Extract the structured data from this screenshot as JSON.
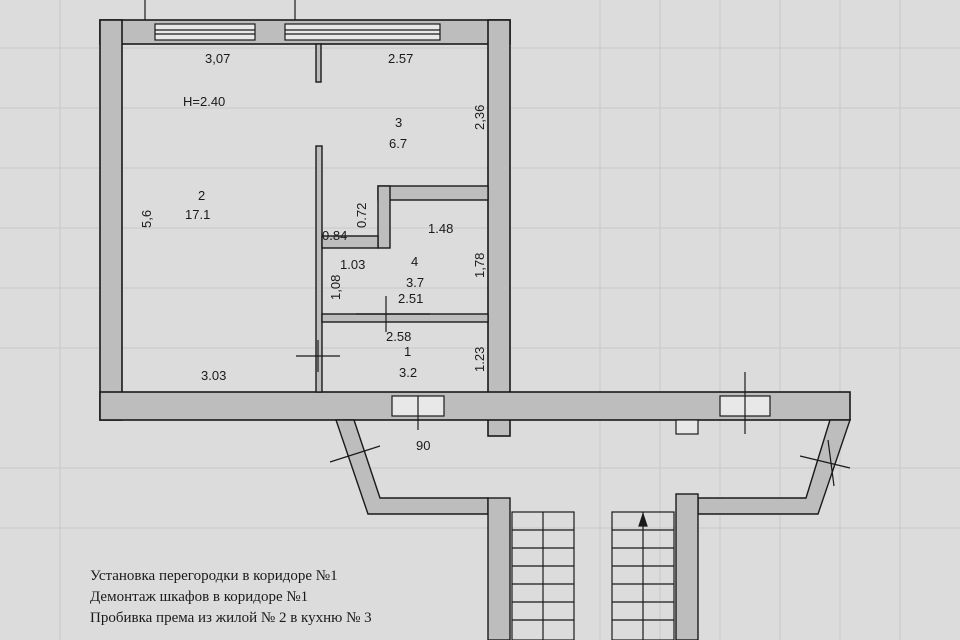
{
  "plan": {
    "height_label": "H=2.40",
    "rooms": [
      {
        "number": "1",
        "area": "3.2"
      },
      {
        "number": "2",
        "area": "17.1"
      },
      {
        "number": "3",
        "area": "6.7"
      },
      {
        "number": "4",
        "area": "3.7"
      }
    ],
    "dimensions": [
      "3,07",
      "2.57",
      "2,36",
      "5,6",
      "0.72",
      "0.84",
      "1.48",
      "1,78",
      "1.03",
      "1,08",
      "2.51",
      "2.58",
      "1.23",
      "3.03",
      "90"
    ]
  },
  "notes": [
    "Установка перегородки в коридоре №1",
    "Демонтаж шкафов в коридоре №1",
    "Пробивка према из жилой № 2 в кухню № 3"
  ],
  "colors": {
    "paper": "#dcdcdc",
    "wall": "#bdbdbd",
    "ink": "#1a1a1a",
    "grid": "#c8c8c8"
  }
}
